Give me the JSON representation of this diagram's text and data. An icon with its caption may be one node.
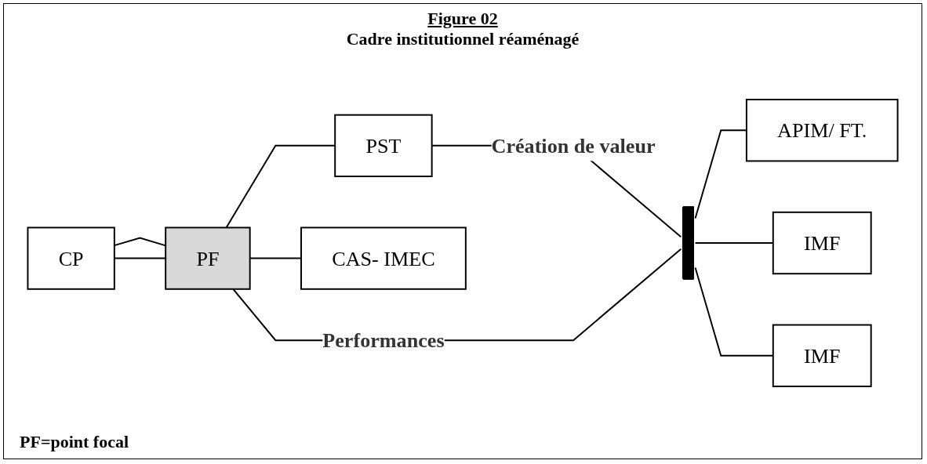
{
  "diagram": {
    "title": "Cadre institutionnel réaménagé",
    "nodes": [
      {
        "text": [
          "CP"
        ]
      },
      {
        "text": [
          "PF"
        ]
      },
      {
        "text": [
          "PST"
        ]
      },
      {
        "text": [
          "CAS- IMEC"
        ]
      },
      {
        "text": [
          "APIM/ FT."
        ]
      },
      {
        "text": [
          "IMF"
        ]
      },
      {
        "text": [
          "IMF"
        ]
      },
      {
        "text": [],
        "shape": "bar"
      }
    ],
    "edges": [
      {
        "from": 0,
        "to": 1,
        "arrow": "none"
      },
      {
        "from": 0,
        "to": 1,
        "arrow": "none"
      },
      {
        "from": 1,
        "to": 2,
        "arrow": "none"
      },
      {
        "from": 1,
        "to": 3,
        "arrow": "none"
      },
      {
        "from": 2,
        "to": 7,
        "arrow": "none",
        "label": "Création de valeur"
      },
      {
        "from": 1,
        "to": 7,
        "arrow": "none",
        "label": "Performances"
      },
      {
        "from": 7,
        "to": 4,
        "arrow": "none"
      },
      {
        "from": 7,
        "to": 5,
        "arrow": "none"
      },
      {
        "from": 7,
        "to": 6,
        "arrow": "none"
      }
    ],
    "labels": [
      "Figure 02",
      "PF=point focal"
    ]
  }
}
